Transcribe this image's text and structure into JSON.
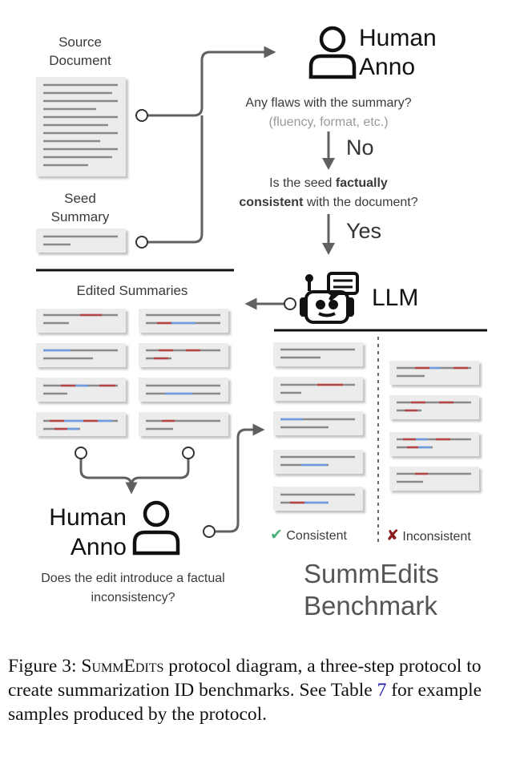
{
  "source": {
    "label_line1": "Source",
    "label_line2": "Document"
  },
  "seed": {
    "label_line1": "Seed",
    "label_line2": "Summary"
  },
  "annotator_top": {
    "name_line1": "Human",
    "name_line2": "Anno"
  },
  "q_flaws": {
    "line1": "Any flaws with the summary?",
    "line2": "(fluency, format, etc.)"
  },
  "answer_no": "No",
  "q_factual": {
    "pre": "Is the seed ",
    "bold1": "factually",
    "bold2": "consistent",
    "post": " with the document?"
  },
  "answer_yes": "Yes",
  "llm_label": "LLM",
  "edited_title": "Edited Summaries",
  "annotator_bottom": {
    "name_line1": "Human",
    "name_line2": "Anno"
  },
  "q_edit": {
    "line1": "Does the edit introduce a factual",
    "line2": "inconsistency?"
  },
  "consistent": {
    "mark": "✔",
    "label": "Consistent"
  },
  "inconsistent": {
    "mark": "✘",
    "label": "Inconsistent"
  },
  "benchmark": {
    "line1": "SummEdits",
    "line2": "Benchmark"
  },
  "caption": {
    "figure": "Figure 3: ",
    "name": "SummEdits",
    "text1": " protocol diagram, a three-step protocol to create summarization ID benchmarks. See Table ",
    "ref": "7",
    "text2": " for example samples produced by the protocol."
  },
  "colors": {
    "arrow": "#606060",
    "card": "#ececec",
    "edit_red": "#b84545",
    "edit_blue": "#6e9be0",
    "line": "#8a8a8a",
    "check": "#4caf7d",
    "cross": "#8b1a1a"
  }
}
